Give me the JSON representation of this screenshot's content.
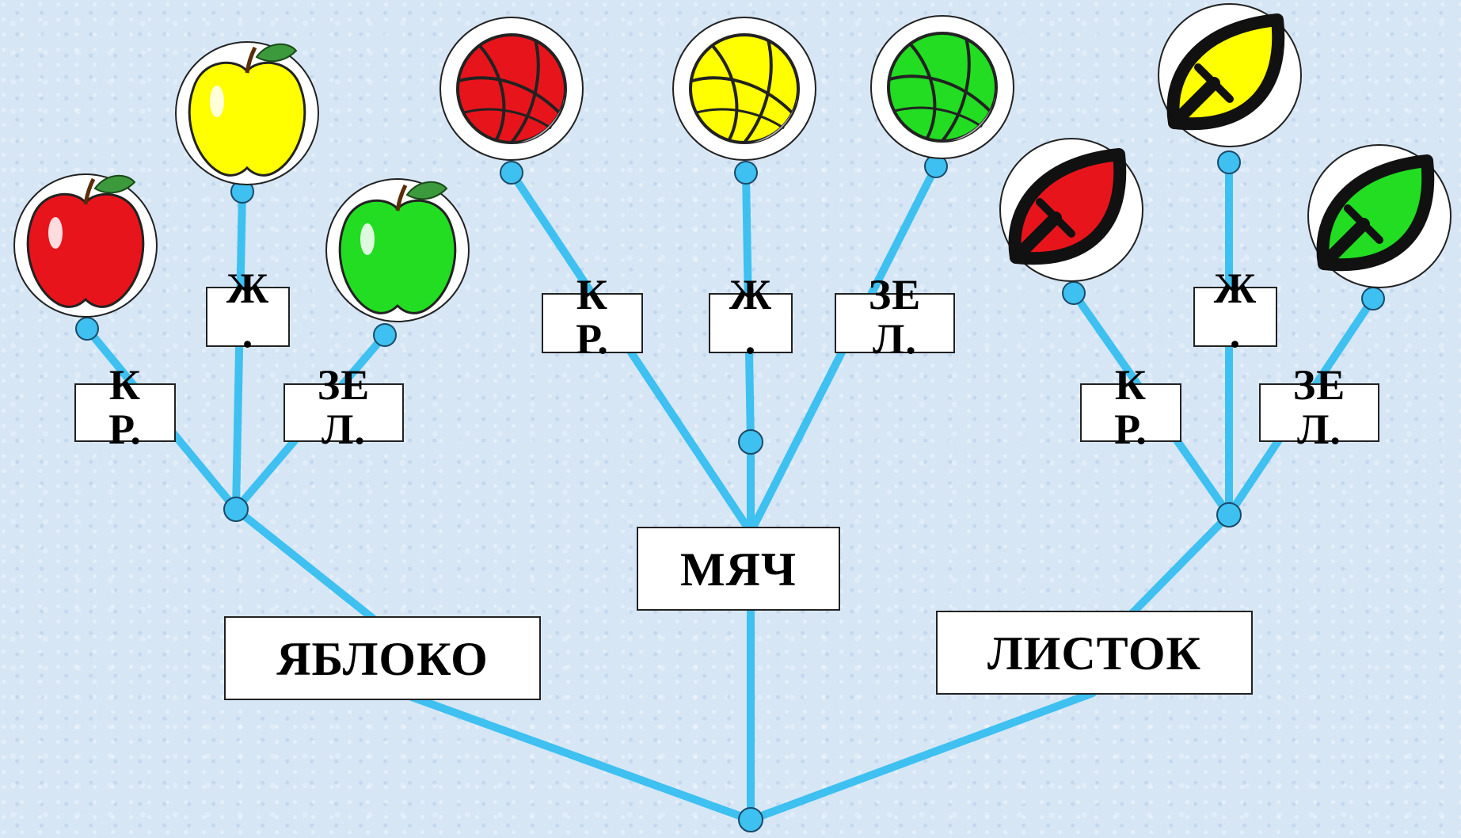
{
  "colors": {
    "branch": "#3ec0f0",
    "red": "#e8141c",
    "yellow": "#ffff00",
    "green": "#22dd22"
  },
  "root_label": "",
  "groups": [
    {
      "label": "ЯБЛОКО",
      "icon": "apple-icon",
      "leaves": [
        {
          "label": "КР.",
          "color": "red"
        },
        {
          "label": "Ж.",
          "color": "yellow"
        },
        {
          "label": "ЗЕЛ.",
          "color": "green"
        }
      ]
    },
    {
      "label": "МЯЧ",
      "icon": "ball-icon",
      "leaves": [
        {
          "label": "КР.",
          "color": "red"
        },
        {
          "label": "Ж.",
          "color": "yellow"
        },
        {
          "label": "ЗЕЛ.",
          "color": "green"
        }
      ]
    },
    {
      "label": "ЛИСТОК",
      "icon": "leaf-icon",
      "leaves": [
        {
          "label": "КР.",
          "color": "red"
        },
        {
          "label": "Ж.",
          "color": "yellow"
        },
        {
          "label": "ЗЕЛ.",
          "color": "green"
        }
      ]
    }
  ]
}
